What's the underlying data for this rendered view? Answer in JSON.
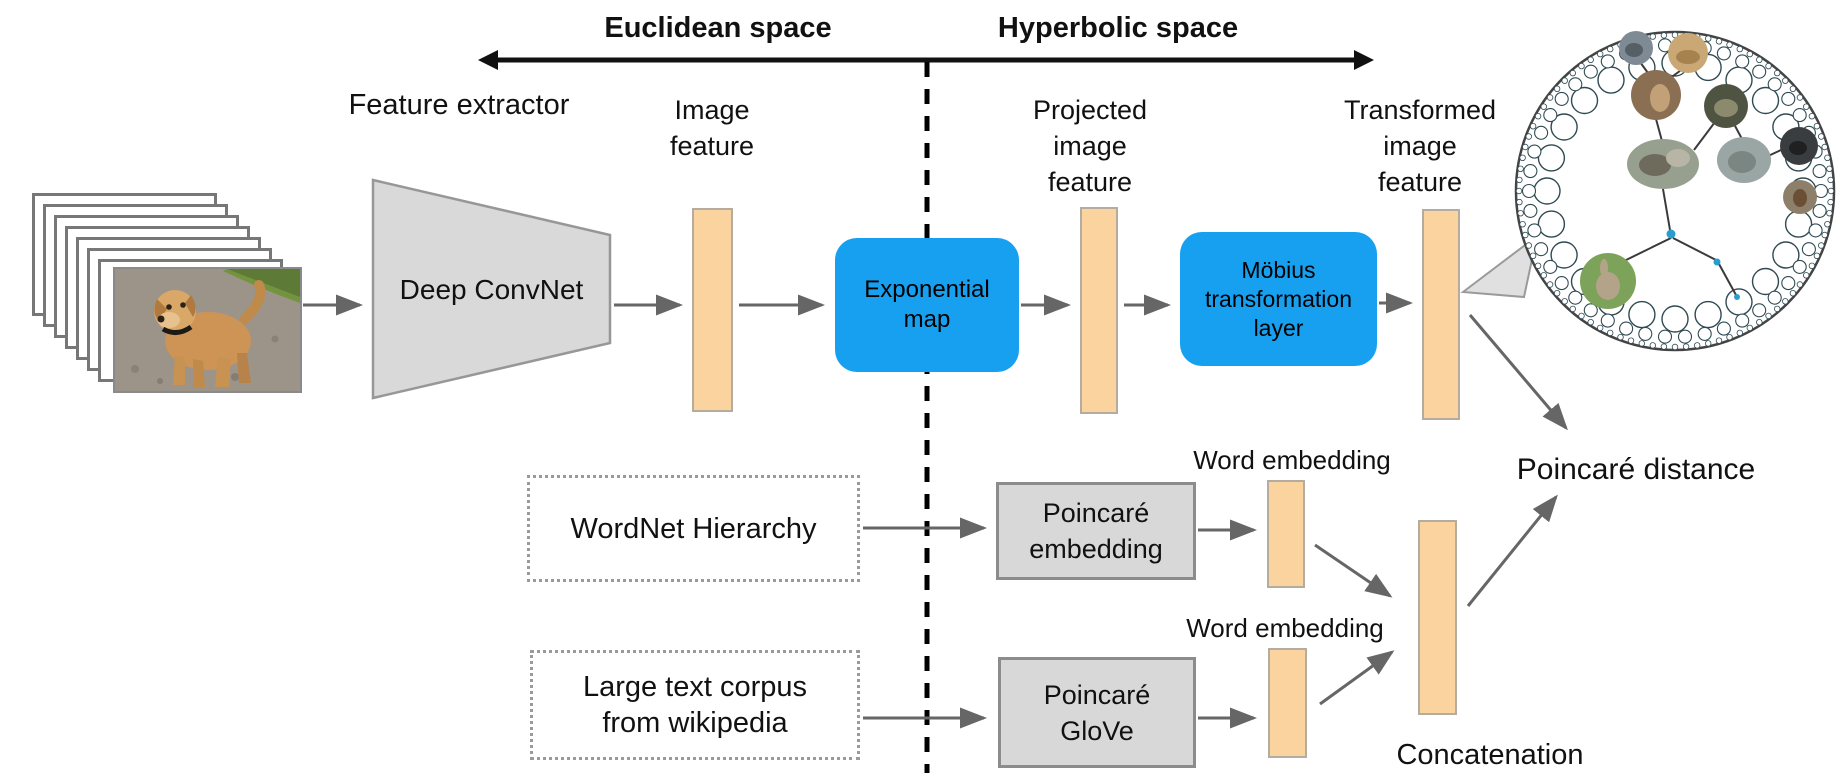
{
  "header": {
    "euclidean": "Euclidean space",
    "hyperbolic": "Hyperbolic space"
  },
  "top_row": {
    "feature_extractor": "Feature extractor",
    "image_feature": "Image\nfeature",
    "deep_convnet": "Deep ConvNet",
    "exponential_map": "Exponential\nmap",
    "projected_image_feature": "Projected\nimage\nfeature",
    "mobius_layer": "Möbius\ntransformation\nlayer",
    "transformed_image_feature": "Transformed\nimage\nfeature",
    "poincare_distance": "Poincaré distance"
  },
  "bottom_rows": {
    "wordnet": "WordNet Hierarchy",
    "poincare_embedding": "Poincaré\nembedding",
    "word_embedding_top": "Word embedding",
    "large_text_corpus": "Large text corpus\nfrom wikipedia",
    "poincare_glove": "Poincaré\nGloVe",
    "word_embedding_bottom": "Word embedding",
    "concatenation": "Concatenation"
  },
  "colors": {
    "accent_blue": "#18a0f0",
    "bar_orange": "#fbd39e",
    "box_gray": "#d8d8d8",
    "arrow_gray": "#666666",
    "line_black": "#111111"
  }
}
